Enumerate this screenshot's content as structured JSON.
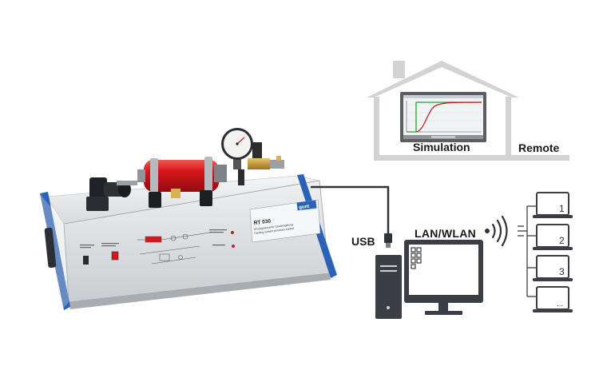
{
  "labels": {
    "usb": "USB",
    "lan": "LAN/WLAN",
    "simulation": "Simulation",
    "remote": "Remote"
  },
  "unit": {
    "model": "RT 030",
    "brand": "gunt",
    "subtitle_de": "Druckgesteuerte Druckregelung",
    "subtitle_en": "Training system pressure control"
  },
  "clients": [
    "1",
    "2",
    "3",
    "..."
  ],
  "colors": {
    "unit_blue": "#2a63b5",
    "tank_red": "#d8161c",
    "house_gray": "#d3d3d3",
    "pc_dark": "#3b3e44",
    "curve_red": "#c02020",
    "step_green": "#2a9d3a"
  }
}
